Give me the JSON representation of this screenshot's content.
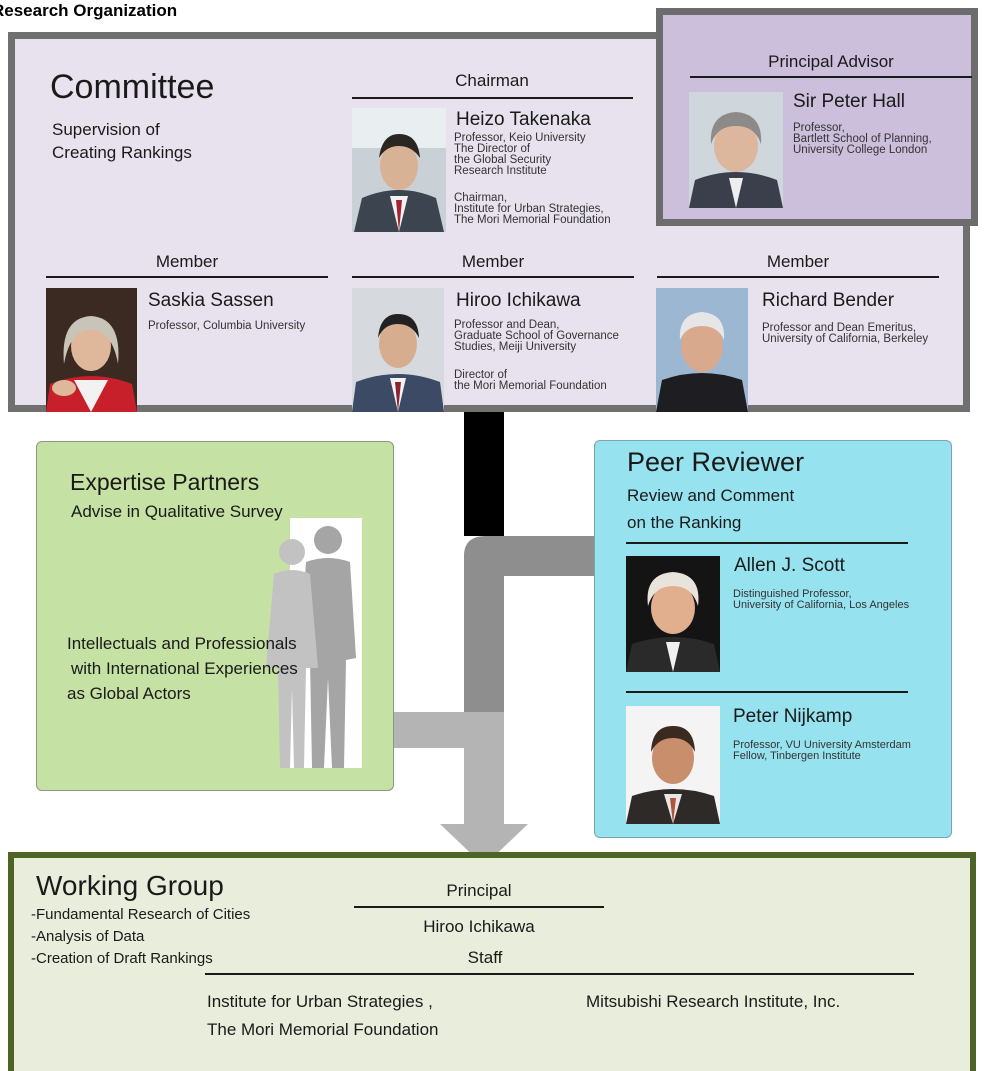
{
  "page_title": "Research Organization",
  "committee": {
    "title": "Committee",
    "subtitle_line1": "Supervision of",
    "subtitle_line2": "Creating Rankings",
    "chairman": {
      "role": "Chairman",
      "name": "Heizo Takenaka",
      "details": [
        "Professor, Keio University",
        "The Director of",
        "the Global Security",
        "Research Institute",
        "",
        "Chairman,",
        "Institute for Urban Strategies,",
        "The Mori Memorial Foundation"
      ]
    },
    "advisor": {
      "role": "Principal Advisor",
      "name": "Sir Peter Hall",
      "details": [
        "Professor,",
        "Bartlett School of Planning,",
        "University College London"
      ]
    },
    "members": [
      {
        "role": "Member",
        "name": "Saskia Sassen",
        "details": [
          "Professor, Columbia University"
        ]
      },
      {
        "role": "Member",
        "name": "Hiroo Ichikawa",
        "details": [
          "Professor and Dean,",
          "Graduate School of Governance",
          " Studies, Meiji University",
          "",
          "Director of",
          "the Mori Memorial Foundation"
        ]
      },
      {
        "role": "Member",
        "name": "Richard Bender",
        "details": [
          "Professor and Dean Emeritus,",
          "University of California, Berkeley"
        ]
      }
    ]
  },
  "expertise": {
    "title": "Expertise Partners",
    "subtitle": "Advise in Qualitative Survey",
    "description_lines": [
      "Intellectuals and Professionals",
      "with International Experiences",
      "as Global Actors"
    ]
  },
  "peer": {
    "title": "Peer Reviewer",
    "subtitle_line1": "Review and Comment",
    "subtitle_line2": "on the Ranking",
    "reviewers": [
      {
        "name": "Allen J. Scott",
        "details": [
          "Distinguished Professor,",
          "University of California, Los Angeles"
        ]
      },
      {
        "name": "Peter Nijkamp",
        "details": [
          "Professor, VU University Amsterdam",
          "Fellow, Tinbergen Institute"
        ]
      }
    ]
  },
  "working_group": {
    "title": "Working Group",
    "tasks": [
      "-Fundamental Research of Cities",
      "-Analysis of Data",
      "-Creation of Draft Rankings"
    ],
    "principal_label": "Principal",
    "principal_name": "Hiroo Ichikawa",
    "staff_label": "Staff",
    "staff_org1_line1": "Institute for Urban Strategies ,",
    "staff_org1_line2": "The Mori Memorial Foundation",
    "staff_org2": "Mitsubishi Research Institute, Inc."
  },
  "colors": {
    "committee_bg": "#e8e2ee",
    "advisor_bg": "#cbbfdc",
    "expertise_bg": "#c6e1a4",
    "peer_bg": "#97e2ef",
    "working_group_bg": "#e9eddc",
    "working_group_border": "#4e6326",
    "connector_black": "#000000",
    "connector_gray": "#8e8e8e",
    "connector_light_gray": "#b4b4b4"
  }
}
